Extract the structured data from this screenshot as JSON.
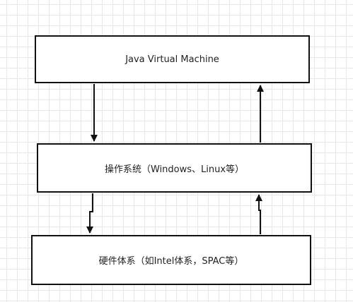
{
  "diagram": {
    "boxes": {
      "jvm": {
        "label": "Java Virtual Machine"
      },
      "os": {
        "label": "操作系统（Windows、Linux等）"
      },
      "hardware": {
        "label": "硬件体系（如Intel体系，SPAC等）"
      }
    },
    "colors": {
      "stroke": "#111111",
      "grid": "#e7e7e7",
      "background": "#ffffff"
    }
  }
}
